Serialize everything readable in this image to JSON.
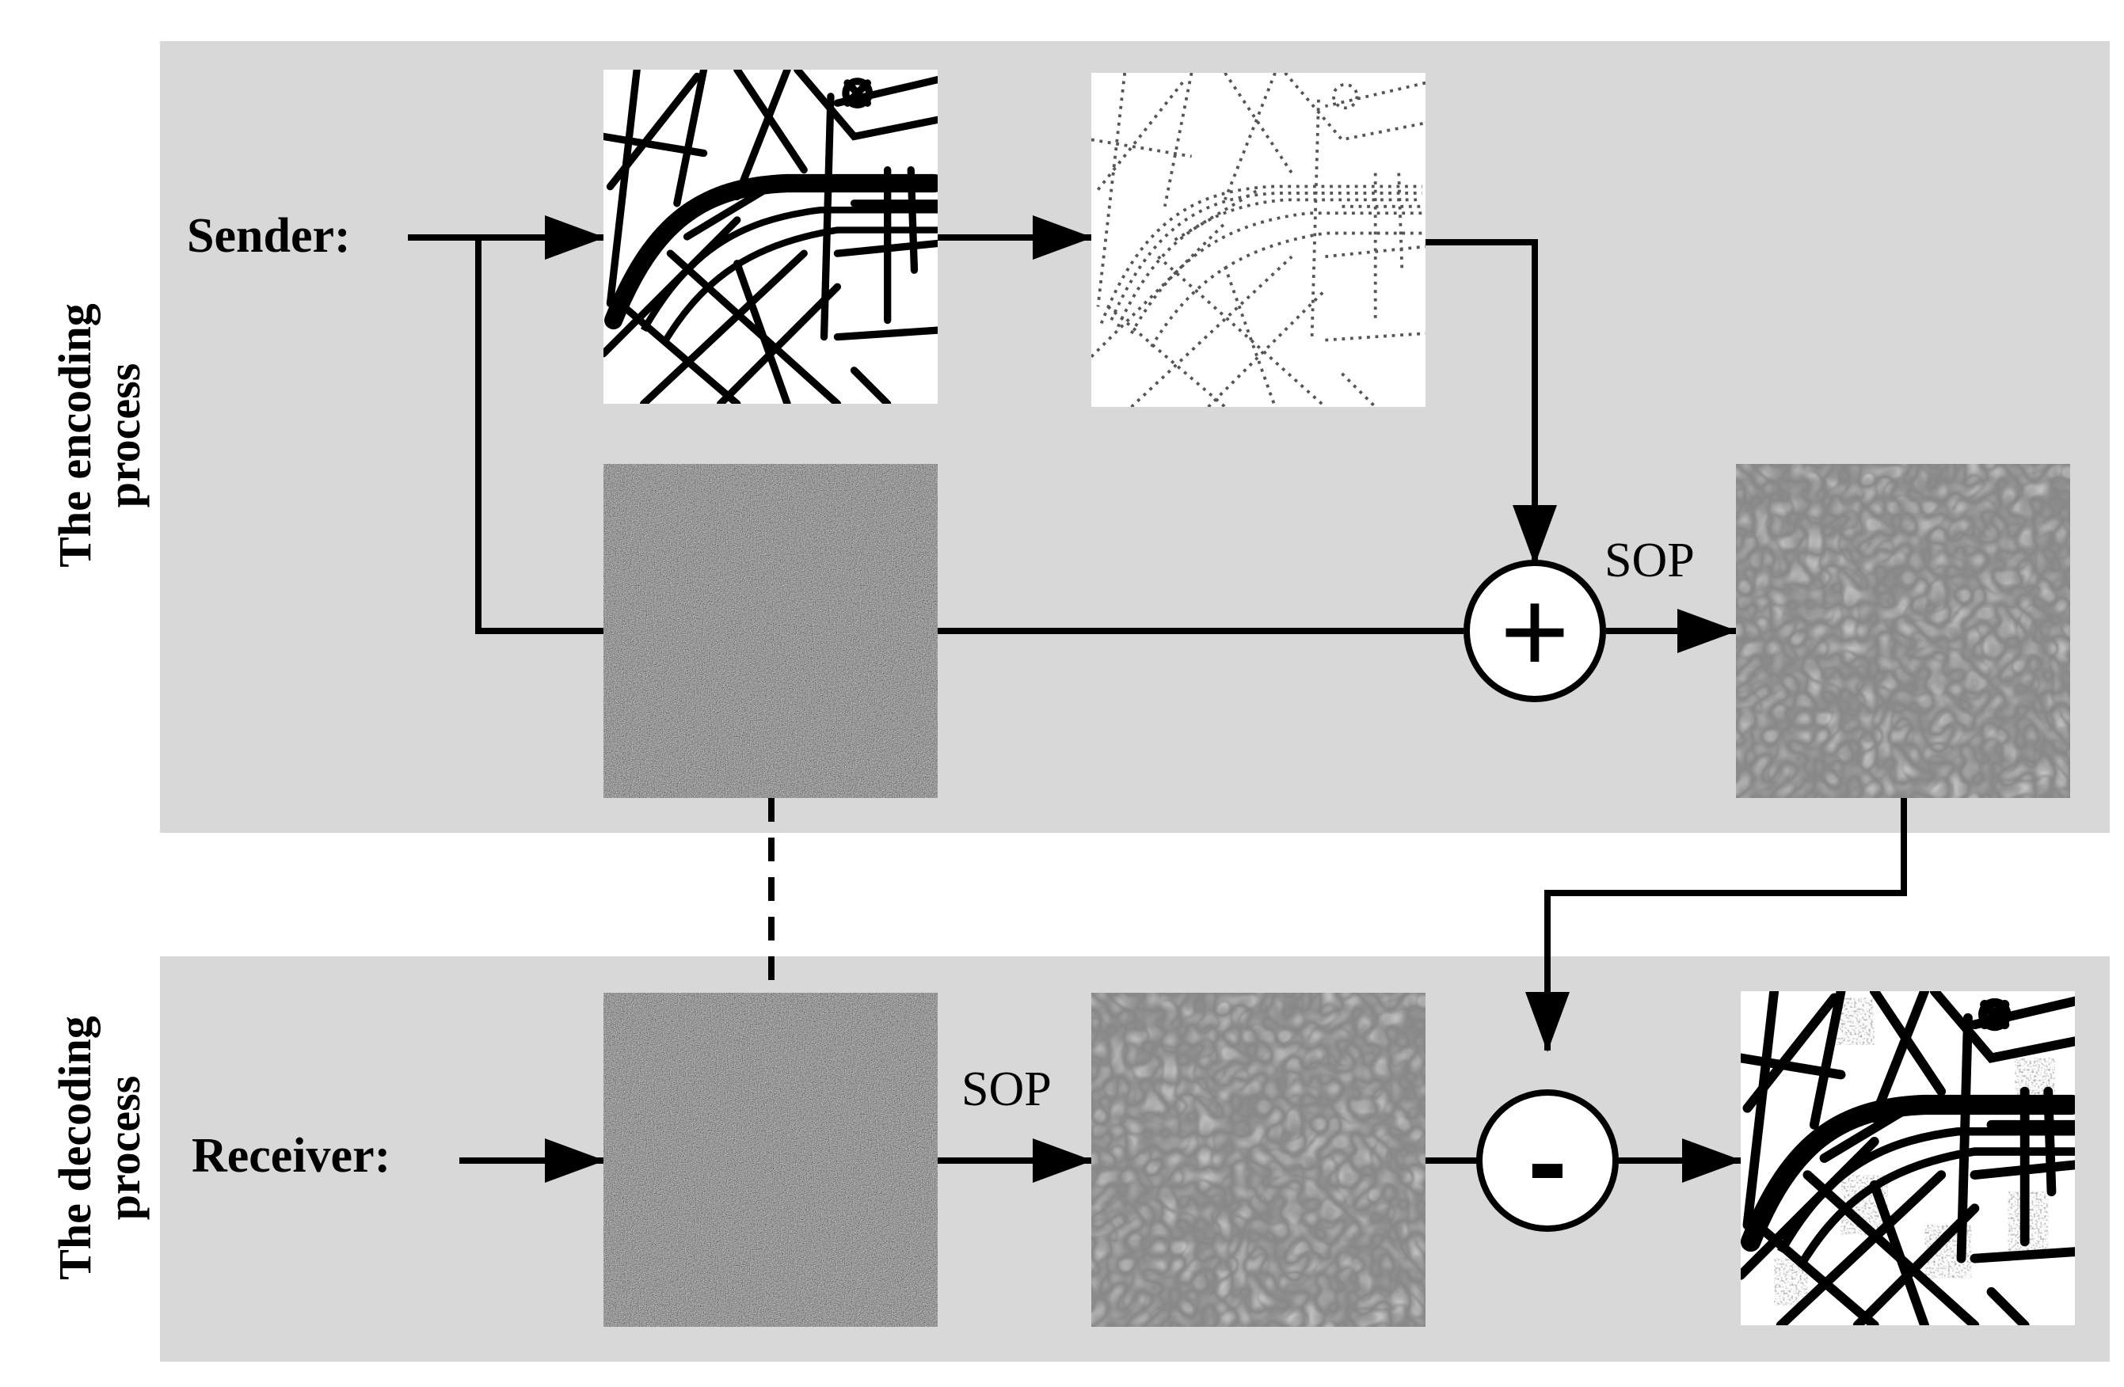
{
  "encoding": {
    "side_label_line1": "The encoding",
    "side_label_line2": "process",
    "sender_label": "Sender:",
    "operator": "+",
    "sop_label": "SOP"
  },
  "decoding": {
    "side_label_line1": "The decoding",
    "side_label_line2": "process",
    "receiver_label": "Receiver:",
    "operator": "-",
    "sop_label": "SOP"
  },
  "colors": {
    "panel": "#d8d8d8",
    "line": "#000000",
    "background": "#ffffff"
  },
  "icons": {
    "map": "street-map-image",
    "dotted_map": "dotted-map-image",
    "noise": "random-noise-image",
    "speckle": "speckle-pattern-image",
    "decoded": "decoded-map-image"
  }
}
